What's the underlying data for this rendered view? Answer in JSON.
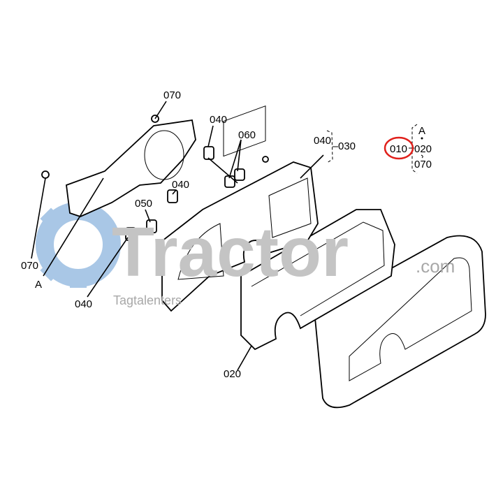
{
  "watermark": {
    "brand": "Tractor",
    "suffix": ".com",
    "tagline": "Tagtalenters",
    "gear_color": "#a9c7e6"
  },
  "highlight_color": "#e0201b",
  "labels": {
    "top_070": "070",
    "top_040": "040",
    "l060": "060",
    "mid_040": "040",
    "l050": "050",
    "bottom_040": "040",
    "left_070": "070",
    "left_A": "A",
    "l020": "020",
    "group1": {
      "a": "040",
      "b": "030"
    },
    "group2": {
      "main": "010",
      "a": "A",
      "b": "020",
      "c": "070"
    }
  }
}
